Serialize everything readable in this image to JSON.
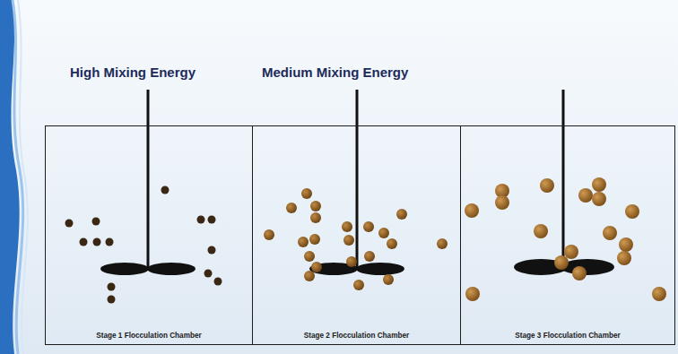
{
  "diagram": {
    "nodes": [
      {
        "text": [
          "Stage 1 Flocculation Chamber"
        ]
      },
      {
        "text": [
          "Stage 2 Flocculation Chamber"
        ]
      },
      {
        "text": [
          "Stage 3 Flocculation Chamber"
        ]
      }
    ],
    "labels": [
      "High Mixing Energy",
      "Medium Mixing Energy"
    ]
  }
}
